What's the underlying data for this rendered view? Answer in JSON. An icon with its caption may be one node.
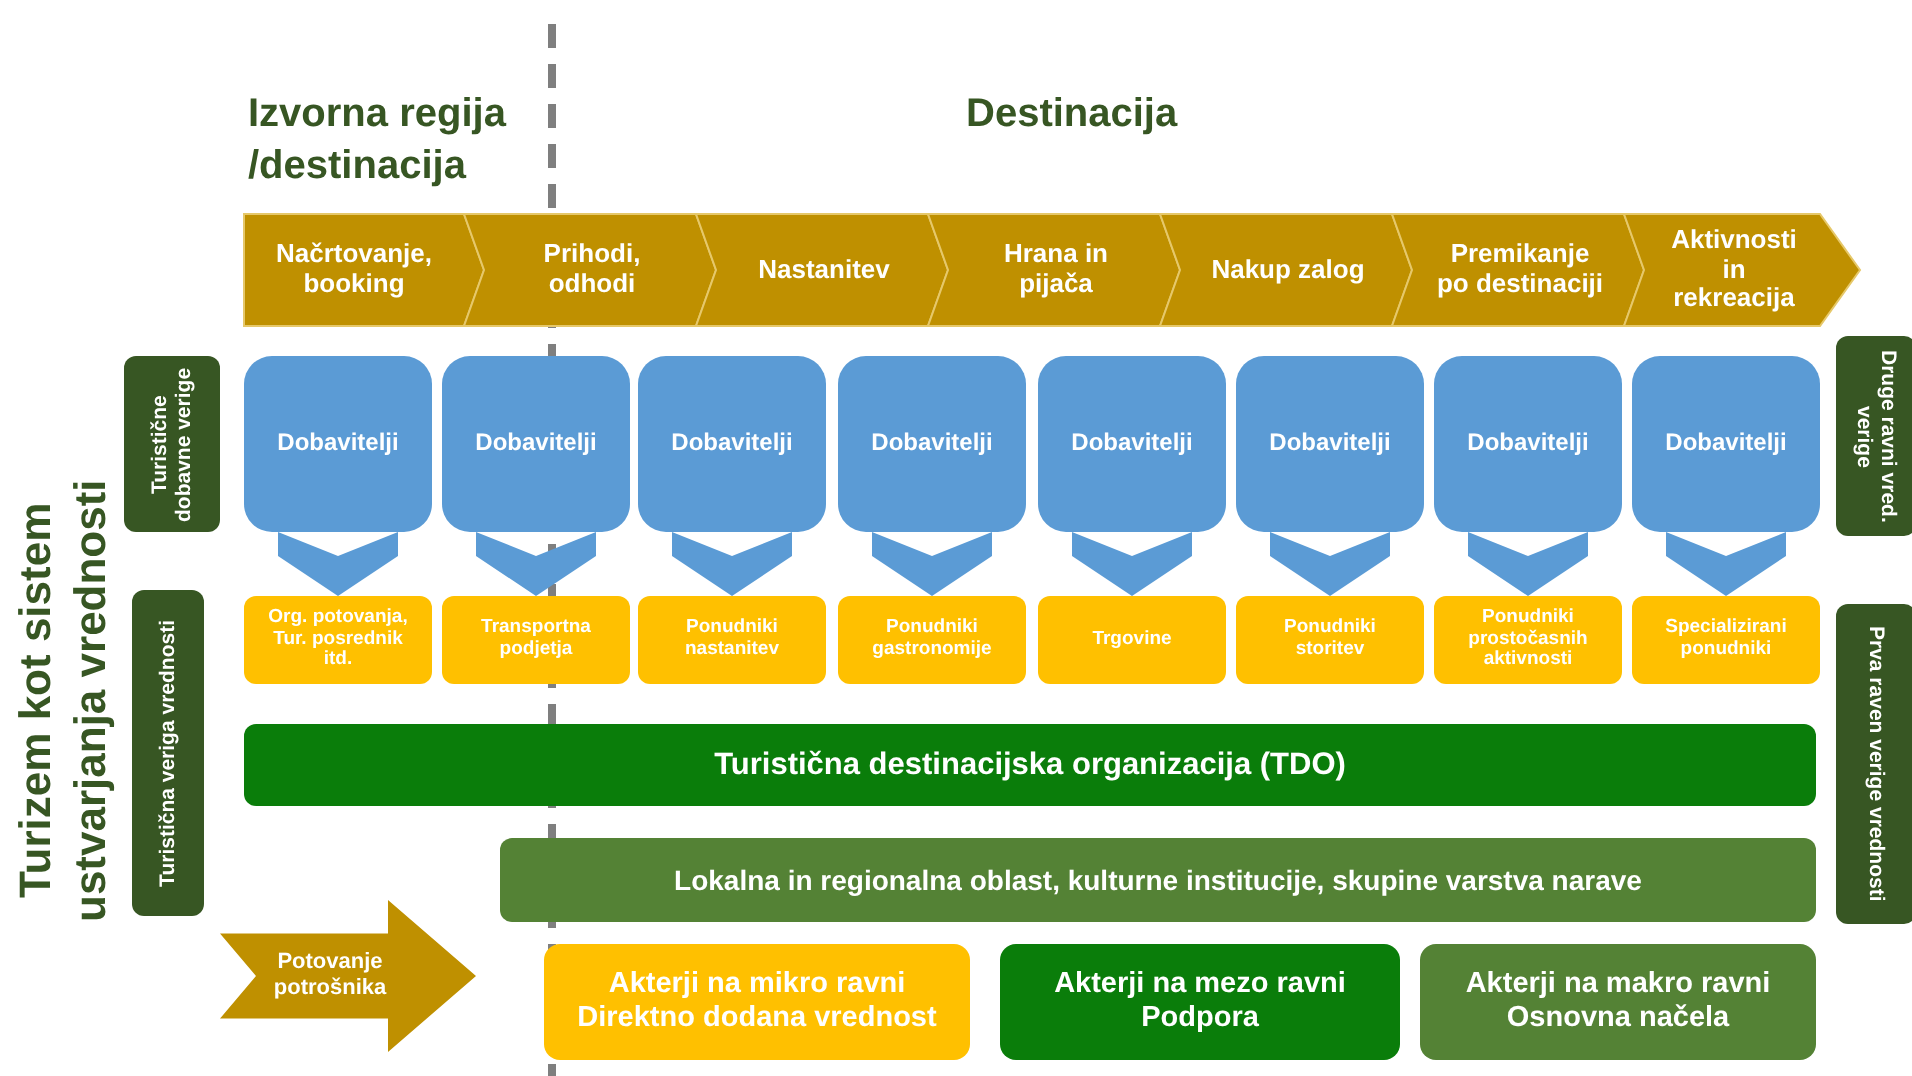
{
  "diagram": {
    "title": "Turizem kot sistem ustvarjanja vrednosti",
    "nodes": [
      {
        "text": [
          "Načrtovanje, booking"
        ]
      },
      {
        "text": [
          "Prihodi, odhodi"
        ]
      },
      {
        "text": [
          "Nastanitev"
        ]
      },
      {
        "text": [
          "Hrana in pijača"
        ]
      },
      {
        "text": [
          "Nakup zalog"
        ]
      },
      {
        "text": [
          "Premikanje po destinaciji"
        ]
      },
      {
        "text": [
          "Aktivnosti in rekreacija"
        ]
      },
      {
        "text": [
          "Turistične dobavne verige"
        ]
      },
      {
        "text": [
          "Dobavitelji"
        ]
      },
      {
        "text": [
          "Dobavitelji"
        ]
      },
      {
        "text": [
          "Dobavitelji"
        ]
      },
      {
        "text": [
          "Dobavitelji"
        ]
      },
      {
        "text": [
          "Dobavitelji"
        ]
      },
      {
        "text": [
          "Dobavitelji"
        ]
      },
      {
        "text": [
          "Dobavitelji"
        ]
      },
      {
        "text": [
          "Dobavitelji"
        ]
      },
      {
        "text": [
          "Druge ravni vred. verige"
        ]
      },
      {
        "text": [
          "Turistična veriga vrednosti"
        ]
      },
      {
        "text": [
          "Org. potovanja, Tur. posrednik itd."
        ]
      },
      {
        "text": [
          "Transportna podjetja"
        ]
      },
      {
        "text": [
          "Ponudniki nastanitev"
        ]
      },
      {
        "text": [
          "Ponudniki gastronomije"
        ]
      },
      {
        "text": [
          "Trgovine"
        ]
      },
      {
        "text": [
          "Ponudniki storitev"
        ]
      },
      {
        "text": [
          "Ponudniki prostočasnih aktivnosti"
        ]
      },
      {
        "text": [
          "Specializirani ponudniki"
        ]
      },
      {
        "text": [
          "Prva raven verige vrednosti"
        ]
      },
      {
        "text": [
          "Turistična destinacijska organizacija (TDO)"
        ]
      },
      {
        "text": [
          "Lokalna in regionalna oblast, kulturne institucije, skupine varstva narave"
        ]
      },
      {
        "text": [
          "Potovanje potrošnika"
        ]
      },
      {
        "text": [
          "Akterji na mikro ravni",
          "Direktno dodana vrednost"
        ]
      },
      {
        "text": [
          "Akterji na mezo ravni",
          "Podpora"
        ]
      },
      {
        "text": [
          "Akterji na makro ravni",
          "Osnovna načela"
        ]
      }
    ],
    "edges": [
      {
        "from": 8,
        "to": 18,
        "arrow": "to"
      },
      {
        "from": 9,
        "to": 19,
        "arrow": "to"
      },
      {
        "from": 10,
        "to": 20,
        "arrow": "to"
      },
      {
        "from": 11,
        "to": 21,
        "arrow": "to"
      },
      {
        "from": 12,
        "to": 22,
        "arrow": "to"
      },
      {
        "from": 13,
        "to": 23,
        "arrow": "to"
      },
      {
        "from": 14,
        "to": 24,
        "arrow": "to"
      },
      {
        "from": 15,
        "to": 25,
        "arrow": "to"
      }
    ],
    "labels": [
      "Izvorna regija /destinacija",
      "Destinacija"
    ]
  }
}
